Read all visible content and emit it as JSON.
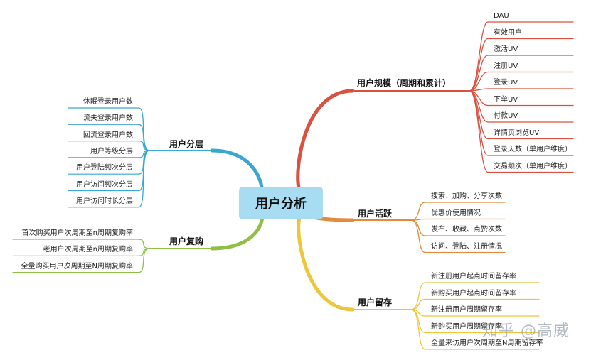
{
  "center": "用户分析",
  "branches": {
    "guimo": {
      "title": "用户规模（周期和累计）",
      "color": "#d9513f",
      "items": [
        "DAU",
        "有效用户",
        "激活UV",
        "注册UV",
        "登录UV",
        "下单UV",
        "付款UV",
        "详情页浏览UV",
        "登录天数（单用户维度）",
        "交易频次（单用户维度）"
      ]
    },
    "huoyue": {
      "title": "用户活跃",
      "color": "#e48a3b",
      "items": [
        "搜索、加购、分享次数",
        "优惠价使用情况",
        "发布、收藏、点赞次数",
        "访问、登陆、注册情况"
      ]
    },
    "liucun": {
      "title": "用户留存",
      "color": "#efc63a",
      "items": [
        "新注册用户起点时间留存率",
        "新购买用户起点时间留存率",
        "新注册用户周期留存率",
        "新购买用户周期留存率",
        "全量来访用户次周期至N周期留存率"
      ]
    },
    "fenceng": {
      "title": "用户分层",
      "color": "#3ba6cf",
      "items": [
        "休眠登录用户数",
        "流失登录用户数",
        "回流登录用户数",
        "用户等级分层",
        "用户登陆频次分层",
        "用户访问频次分层",
        "用户访问时长分层"
      ]
    },
    "fugou": {
      "title": "用户复购",
      "color": "#8fbf44",
      "items": [
        "首次购买用户次周期至n周期复购率",
        "老用户次周期至n周期复购率",
        "全量购买用户次周期至N周期复购率"
      ]
    }
  },
  "watermark": "知乎 @高威"
}
